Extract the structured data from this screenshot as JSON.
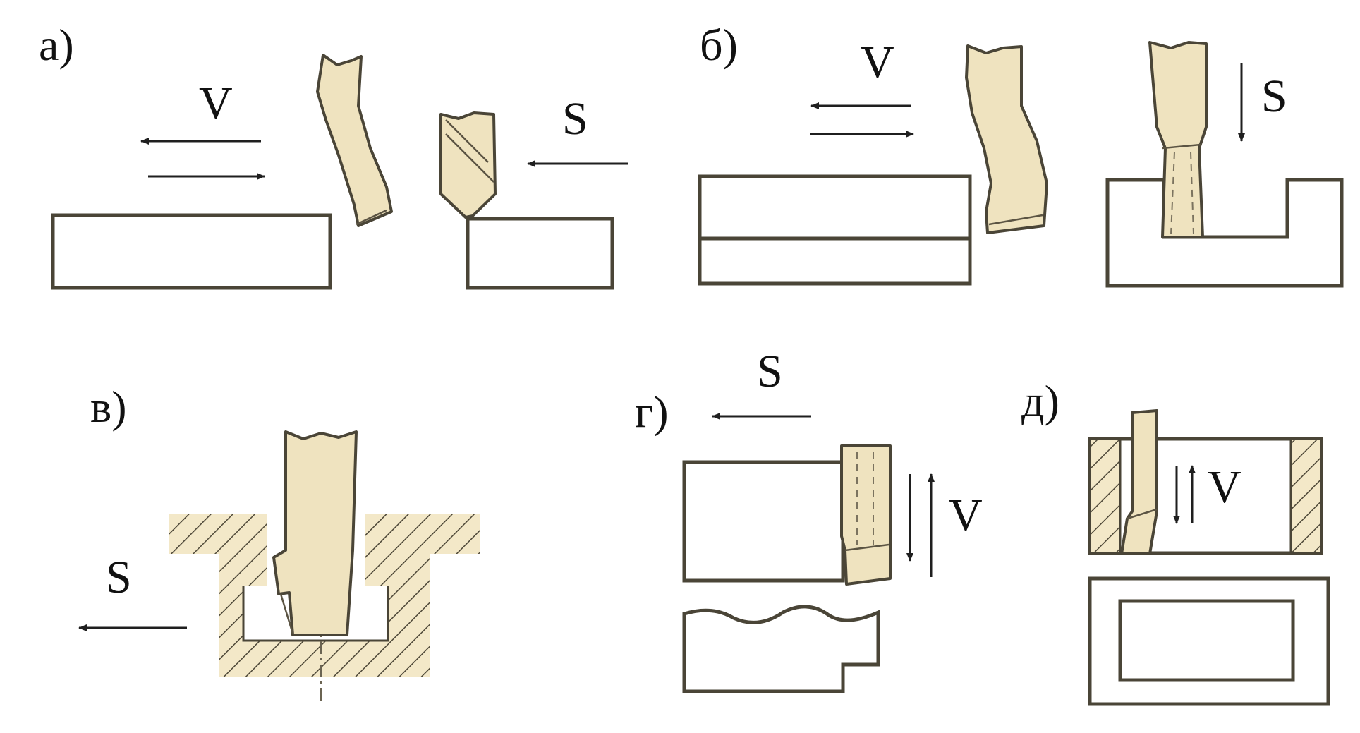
{
  "panels": {
    "a": {
      "label": "а)",
      "speed": "V",
      "feed": "S"
    },
    "b": {
      "label": "б)",
      "speed": "V",
      "feed": "S"
    },
    "v": {
      "label": "в)",
      "feed": "S"
    },
    "g": {
      "label": "г)",
      "feed": "S",
      "speed": "V"
    },
    "d": {
      "label": "д)",
      "speed": "V"
    }
  },
  "colors": {
    "tool_fill": "#efe3bf",
    "hatch_fill": "#f3e8c8",
    "outline": "#4a4537"
  }
}
